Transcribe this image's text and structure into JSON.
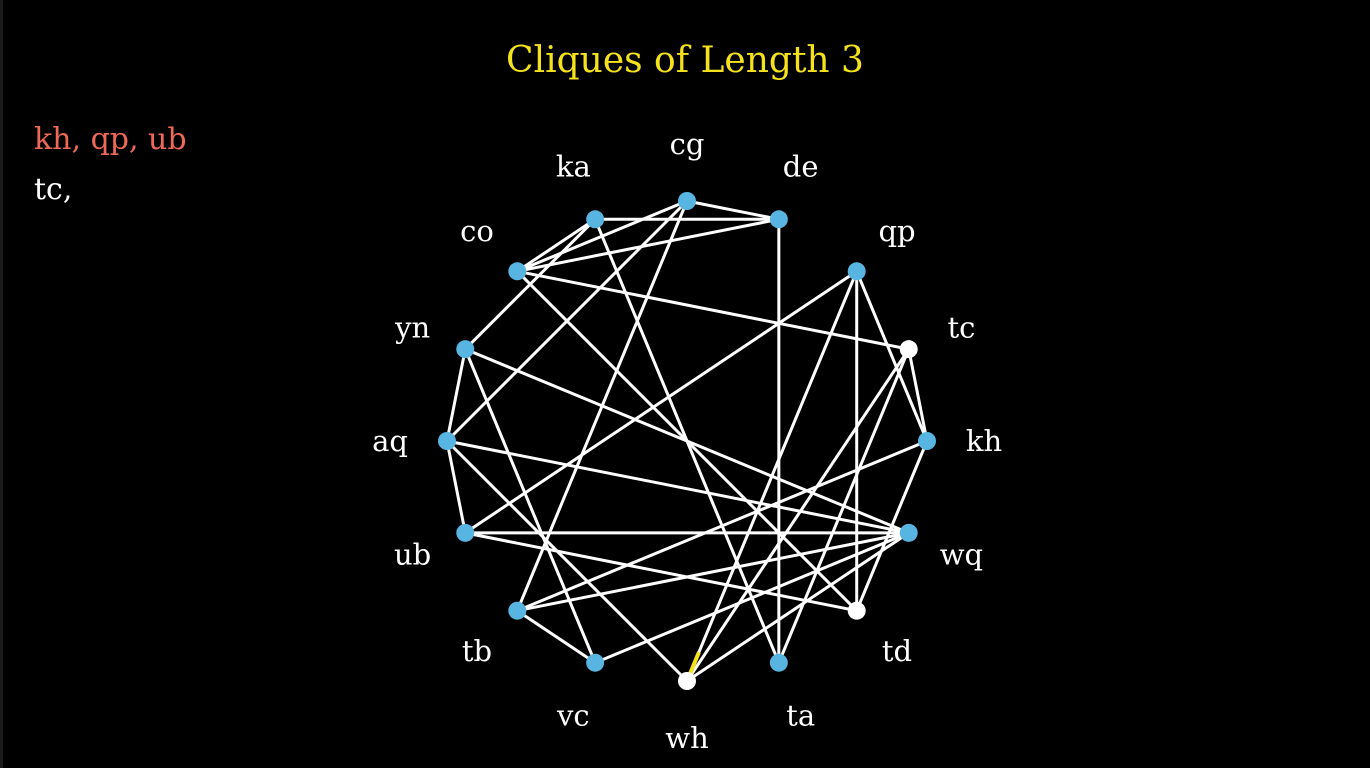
{
  "title": "Cliques of Length 3",
  "found_cliques": "kh, qp, ub",
  "current_partial": "tc,",
  "colors": {
    "background": "#000000",
    "title": "#f5e21c",
    "found_text": "#ee6a57",
    "edge": "#ffffff",
    "highlight_edge": "#f5e21c",
    "node_default": "#58b4e0",
    "node_active": "#ffffff"
  },
  "nodes": [
    {
      "id": "cg",
      "label": "cg",
      "state": "default"
    },
    {
      "id": "de",
      "label": "de",
      "state": "default"
    },
    {
      "id": "qp",
      "label": "qp",
      "state": "default"
    },
    {
      "id": "tc",
      "label": "tc",
      "state": "active"
    },
    {
      "id": "kh",
      "label": "kh",
      "state": "default"
    },
    {
      "id": "wq",
      "label": "wq",
      "state": "default"
    },
    {
      "id": "td",
      "label": "td",
      "state": "active"
    },
    {
      "id": "ta",
      "label": "ta",
      "state": "default"
    },
    {
      "id": "wh",
      "label": "wh",
      "state": "active"
    },
    {
      "id": "vc",
      "label": "vc",
      "state": "default"
    },
    {
      "id": "tb",
      "label": "tb",
      "state": "default"
    },
    {
      "id": "ub",
      "label": "ub",
      "state": "default"
    },
    {
      "id": "aq",
      "label": "aq",
      "state": "default"
    },
    {
      "id": "yn",
      "label": "yn",
      "state": "default"
    },
    {
      "id": "co",
      "label": "co",
      "state": "default"
    },
    {
      "id": "ka",
      "label": "ka",
      "state": "default"
    }
  ],
  "edges": [
    [
      "ka",
      "de"
    ],
    [
      "ka",
      "co"
    ],
    [
      "ka",
      "yn"
    ],
    [
      "ka",
      "ta"
    ],
    [
      "cg",
      "de"
    ],
    [
      "cg",
      "co"
    ],
    [
      "cg",
      "aq"
    ],
    [
      "cg",
      "tb"
    ],
    [
      "de",
      "co"
    ],
    [
      "de",
      "ta"
    ],
    [
      "co",
      "tc"
    ],
    [
      "co",
      "td"
    ],
    [
      "qp",
      "ub"
    ],
    [
      "qp",
      "wh"
    ],
    [
      "qp",
      "td"
    ],
    [
      "qp",
      "kh"
    ],
    [
      "tc",
      "kh"
    ],
    [
      "tc",
      "ta"
    ],
    [
      "tc",
      "wh"
    ],
    [
      "kh",
      "tb"
    ],
    [
      "kh",
      "td"
    ],
    [
      "yn",
      "aq"
    ],
    [
      "yn",
      "vc"
    ],
    [
      "yn",
      "wq"
    ],
    [
      "aq",
      "ub"
    ],
    [
      "aq",
      "wq"
    ],
    [
      "ub",
      "wq"
    ],
    [
      "ub",
      "td"
    ],
    [
      "tb",
      "vc"
    ],
    [
      "tb",
      "wq"
    ],
    [
      "vc",
      "wq"
    ],
    [
      "wh",
      "wq"
    ],
    [
      "wh",
      "aq"
    ]
  ],
  "highlighted_edges": [
    [
      "tc",
      "qp"
    ],
    [
      "wh",
      "qp"
    ]
  ]
}
